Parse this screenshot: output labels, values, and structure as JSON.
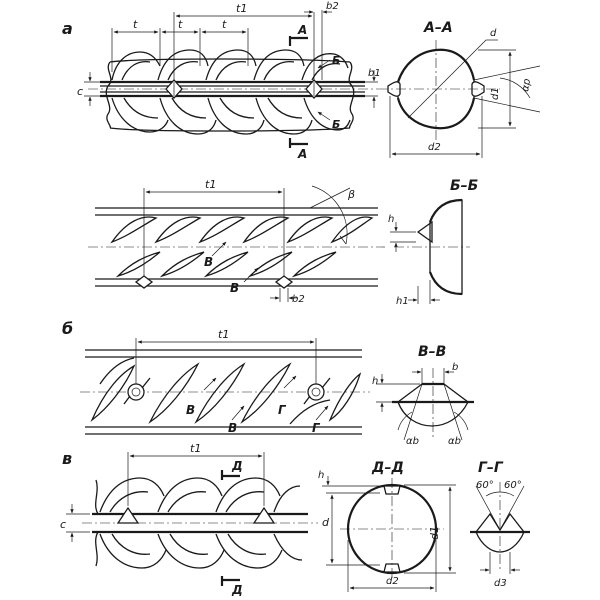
{
  "views": {
    "a": "а",
    "b": "б",
    "v": "в"
  },
  "sections": {
    "aa": "А–А",
    "bb": "Б–Б",
    "vv": "В–В",
    "gg": "Г–Г",
    "dd": "Д–Д"
  },
  "marks": {
    "A": "А",
    "B": "Б",
    "V": "В",
    "G": "Г",
    "D": "Д"
  },
  "dims": {
    "t": "t",
    "t1": "t1",
    "b": "b",
    "b1": "b1",
    "b2": "b2",
    "c": "c",
    "d": "d",
    "d1": "d1",
    "d2": "d2",
    "d3": "d3",
    "h": "h",
    "h1": "h1",
    "alpha_r": "αр",
    "alpha_b": "αb",
    "beta": "β",
    "angle_60": "60°"
  }
}
